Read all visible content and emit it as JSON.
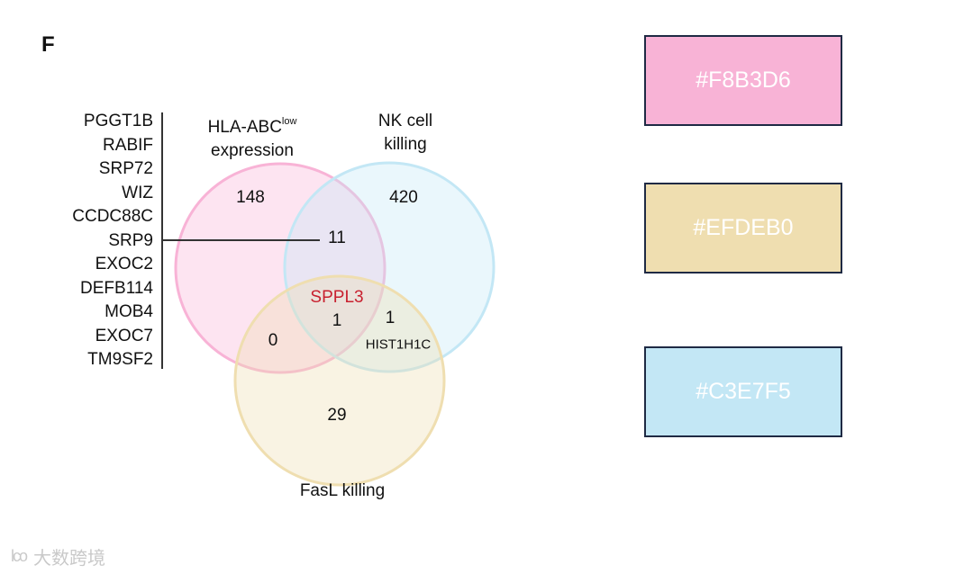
{
  "panel_letter": "F",
  "gene_list": [
    "PGGT1B",
    "RABIF",
    "SRP72",
    "WIZ",
    "CCDC88C",
    "SRP9",
    "EXOC2",
    "DEFB114",
    "MOB4",
    "EXOC7",
    "TM9SF2"
  ],
  "sets": {
    "hla": {
      "label_main": "HLA-ABC",
      "label_sup": "low",
      "label_line2": "expression",
      "color": "#F8B3D6"
    },
    "nk": {
      "label_line1": "NK cell",
      "label_line2": "killing",
      "color": "#C3E7F5"
    },
    "fasl": {
      "label": "FasL killing",
      "color": "#EFDEB0"
    }
  },
  "counts": {
    "hla_only": "148",
    "nk_only": "420",
    "fasl_only": "29",
    "hla_nk": "11",
    "hla_fasl": "0",
    "nk_fasl": "1",
    "all_three": "1"
  },
  "intersection_genes": {
    "all_three": "SPPL3",
    "nk_fasl": "HIST1H1C"
  },
  "highlight_color": "#C8202F",
  "swatches": [
    {
      "label": "#F8B3D6",
      "color": "#F8B3D6"
    },
    {
      "label": "#EFDEB0",
      "color": "#EFDEB0"
    },
    {
      "label": "#C3E7F5",
      "color": "#C3E7F5"
    }
  ],
  "watermark": {
    "logo": "lco",
    "text": "大数跨境"
  }
}
